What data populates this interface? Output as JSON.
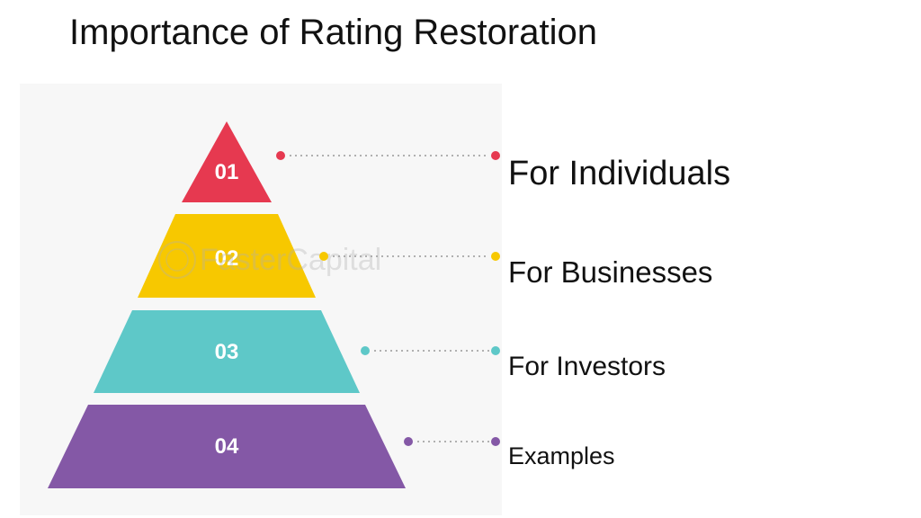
{
  "title": "Importance of Rating Restoration",
  "levels": [
    {
      "number": "01",
      "label": "For Individuals",
      "color": "#e63950"
    },
    {
      "number": "02",
      "label": "For Businesses",
      "color": "#f7c800"
    },
    {
      "number": "03",
      "label": "For Investors",
      "color": "#5ec8c8"
    },
    {
      "number": "04",
      "label": "Examples",
      "color": "#8458a6"
    }
  ],
  "watermark": "FasterCapital"
}
